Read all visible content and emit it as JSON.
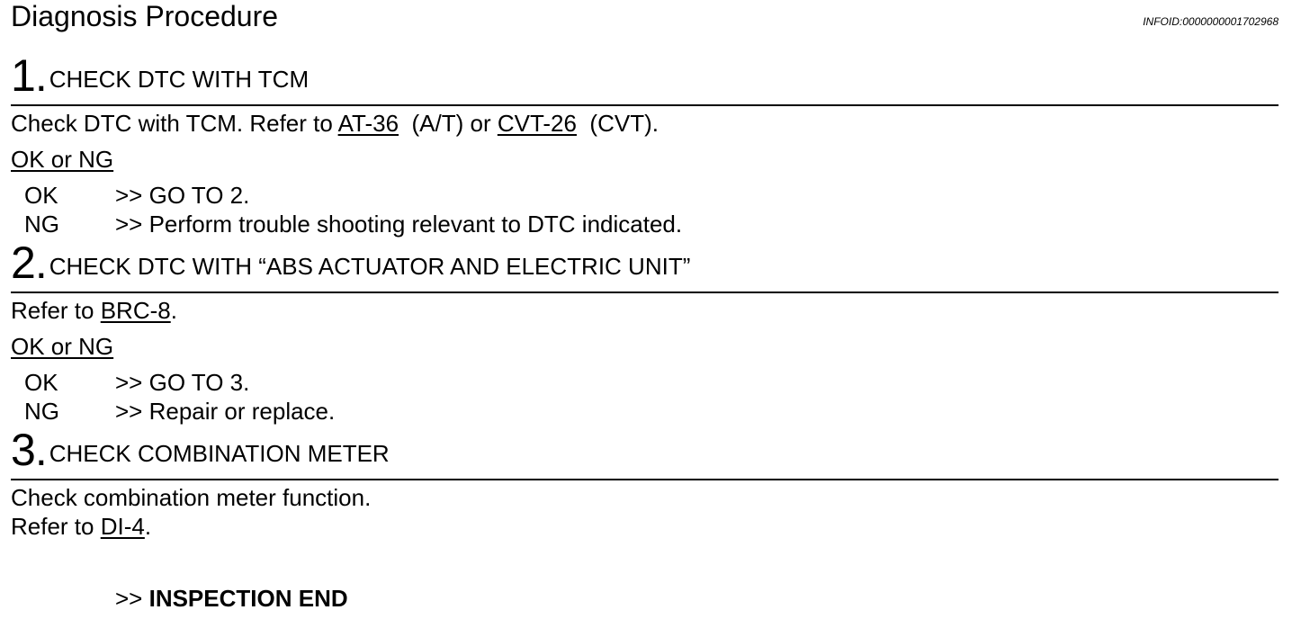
{
  "header": {
    "title": "Diagnosis Procedure",
    "infoid": "INFOID:0000000001702968"
  },
  "steps": [
    {
      "number": "1",
      "dot": ".",
      "title": "CHECK DTC WITH TCM",
      "body": {
        "prefix": "Check DTC with TCM. Refer to ",
        "link1": "AT-36",
        "middle": "  (A/T) or ",
        "link2": "CVT-26",
        "suffix": "  (CVT)."
      },
      "ok_or_ng": "OK or NG",
      "results": [
        {
          "key": "OK",
          "text": ">> GO TO 2."
        },
        {
          "key": "NG",
          "text": ">> Perform trouble shooting relevant to DTC indicated."
        }
      ]
    },
    {
      "number": "2",
      "dot": ".",
      "title": "CHECK DTC WITH “ABS ACTUATOR AND ELECTRIC UNIT”",
      "body": {
        "prefix": "Refer to ",
        "link1": "BRC-8",
        "suffix": "."
      },
      "ok_or_ng": "OK or NG",
      "results": [
        {
          "key": "OK",
          "text": ">> GO TO 3."
        },
        {
          "key": "NG",
          "text": ">> Repair or replace."
        }
      ]
    },
    {
      "number": "3",
      "dot": ".",
      "title": "CHECK COMBINATION METER",
      "body": {
        "line1": "Check combination meter function.",
        "prefix": "Refer to ",
        "link1": "DI-4",
        "suffix": "."
      },
      "final": {
        "prefix": ">> ",
        "text": "INSPECTION END"
      }
    }
  ]
}
